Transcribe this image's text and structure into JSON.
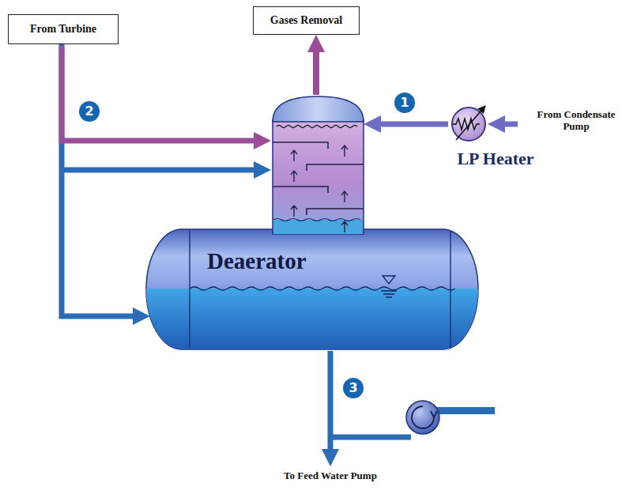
{
  "diagram": {
    "nodes": [
      {
        "text": [
          "From Turbine"
        ]
      },
      {
        "text": [
          "Gases Removal"
        ]
      },
      {
        "text": [
          "LP Heater"
        ]
      },
      {
        "text": [
          "Deaerator"
        ]
      }
    ],
    "edges": [
      {
        "from": 0,
        "to": 3,
        "arrow": "to"
      },
      {
        "from": 3,
        "to": 1,
        "arrow": "to"
      },
      {
        "from": 2,
        "to": 3,
        "arrow": "to"
      }
    ],
    "labels": [
      "1",
      "2",
      "3",
      "From Condensate Pump",
      "To Feed Water Pump"
    ]
  }
}
